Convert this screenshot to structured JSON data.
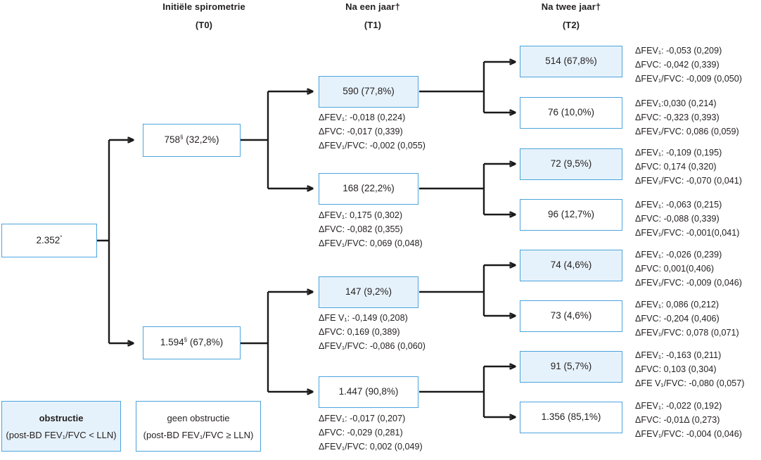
{
  "columns": [
    {
      "title": "Initiële spirometrie",
      "sub": "(T0)"
    },
    {
      "title": "Na een jaar†",
      "sub": "(T1)"
    },
    {
      "title": "Na twee jaar†",
      "sub": "(T2)"
    }
  ],
  "root": {
    "value": "2.352",
    "mark": "°"
  },
  "t0": [
    {
      "value": "758",
      "mark": "§",
      "pct": "(32,2%)",
      "shaded": false
    },
    {
      "value": "1.594",
      "mark": "§",
      "pct": "(67,8%)",
      "shaded": false
    }
  ],
  "t1": [
    {
      "value": "590 (77,8%)",
      "shaded": true,
      "stats": [
        "ΔFEV₁: -0,018 (0,224)",
        "ΔFVC: -0,017 (0,339)",
        "ΔFEV₁/FVC: -0,002 (0,055)"
      ]
    },
    {
      "value": "168 (22,2%)",
      "shaded": false,
      "stats": [
        "ΔFEV₁: 0,175 (0,302)",
        "ΔFVC: -0,082 (0,355)",
        "ΔFEV₁/FVC: 0,069 (0,048)"
      ]
    },
    {
      "value": "147 (9,2%)",
      "shaded": true,
      "stats": [
        "ΔFE V₁: -0,149 (0,208)",
        "ΔFVC: 0,169 (0,389)",
        "ΔFEV₁/FVC: -0,086 (0,060)"
      ]
    },
    {
      "value": "1.447 (90,8%)",
      "shaded": false,
      "stats": [
        "ΔFEV₁: -0,017 (0,207)",
        "ΔFVC: -0,029 (0,281)",
        "ΔFEV₁/FVC: 0,002 (0,049)"
      ]
    }
  ],
  "t2": [
    {
      "value": "514 (67,8%)",
      "shaded": true,
      "stats": [
        "ΔFEV₁: -0,053 (0,209)",
        "ΔFVC: -0,042 (0,339)",
        "ΔFEV₁/FVC: -0,009 (0,050)"
      ]
    },
    {
      "value": "76 (10,0%)",
      "shaded": false,
      "stats": [
        "ΔFEV₁:0,030 (0,214)",
        "ΔFVC: -0,323 (0,393)",
        "ΔFEV₁/FVC: 0,086 (0,059)"
      ]
    },
    {
      "value": "72 (9,5%)",
      "shaded": true,
      "stats": [
        "ΔFEV₁: -0,109 (0,195)",
        "ΔFVC: 0,174 (0,320)",
        "ΔFEV₁/FVC: -0,070 (0,041)"
      ]
    },
    {
      "value": "96 (12,7%)",
      "shaded": false,
      "stats": [
        "ΔFEV₁: -0,063 (0,215)",
        "ΔFVC: -0,088 (0,339)",
        "ΔFEV₁/FVC: -0,001(0,041)"
      ]
    },
    {
      "value": "74 (4,6%)",
      "shaded": true,
      "stats": [
        "ΔFEV₁: -0,026 (0,239)",
        "ΔFVC: 0,001(0,406)",
        "ΔFEV₁/FVC: -0,009 (0,046)"
      ]
    },
    {
      "value": "73 (4,6%)",
      "shaded": false,
      "stats": [
        "ΔFEV₁: 0,086 (0,212)",
        "ΔFVC: -0,204 (0,406)",
        "ΔFEV₁/FVC: 0,078 (0,071)"
      ]
    },
    {
      "value": "91 (5,7%)",
      "shaded": true,
      "stats": [
        "ΔFEV₁: -0,163 (0,211)",
        "ΔFVC: 0,103 (0,304)",
        "ΔFE V₁/FVC: -0,080 (0,057)"
      ]
    },
    {
      "value": "1.356 (85,1%)",
      "shaded": false,
      "stats": [
        "ΔFEV₁: -0,022 (0,192)",
        "ΔFVC: -0,01Δ (0,273)",
        "ΔFEV₁/FVC: -0,004 (0,046)"
      ]
    }
  ],
  "legend": [
    {
      "line1": "obstructie",
      "line2": "(post-BD FEV₁/FVC < LLN)",
      "shaded": true
    },
    {
      "line1": "geen obstructie",
      "line2": "(post-BD FEV₁/FVC ≥ LLN)",
      "shaded": false
    }
  ],
  "colors": {
    "box_border": "#4ba3dd",
    "box_fill_shaded": "#e6f2fb",
    "box_fill_plain": "#ffffff",
    "connector": "#1a1a1a",
    "text": "#231f20"
  }
}
